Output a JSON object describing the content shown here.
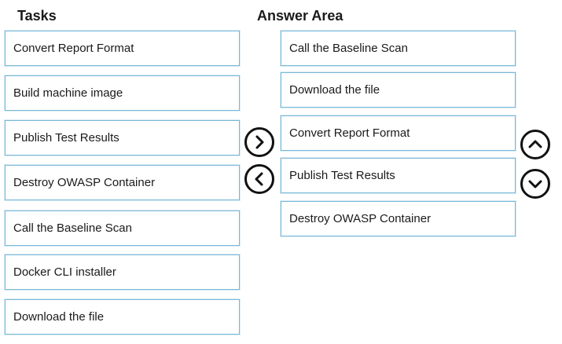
{
  "tasks": {
    "heading": "Tasks",
    "items": [
      "Convert Report Format",
      "Build machine image",
      "Publish Test Results",
      "Destroy OWASP Container",
      "Call the Baseline Scan",
      "Docker CLI installer",
      "Download the file"
    ]
  },
  "answer_area": {
    "heading": "Answer Area",
    "items": [
      "Call the Baseline Scan",
      "Download the file",
      "Convert Report Format",
      "Publish Test Results",
      "Destroy OWASP Container"
    ]
  },
  "controls": {
    "move_right_icon": "chevron-right-icon",
    "move_left_icon": "chevron-left-icon",
    "move_up_icon": "chevron-up-icon",
    "move_down_icon": "chevron-down-icon"
  },
  "colors": {
    "item_border": "#7ab8d6",
    "button_outline": "#111111"
  }
}
